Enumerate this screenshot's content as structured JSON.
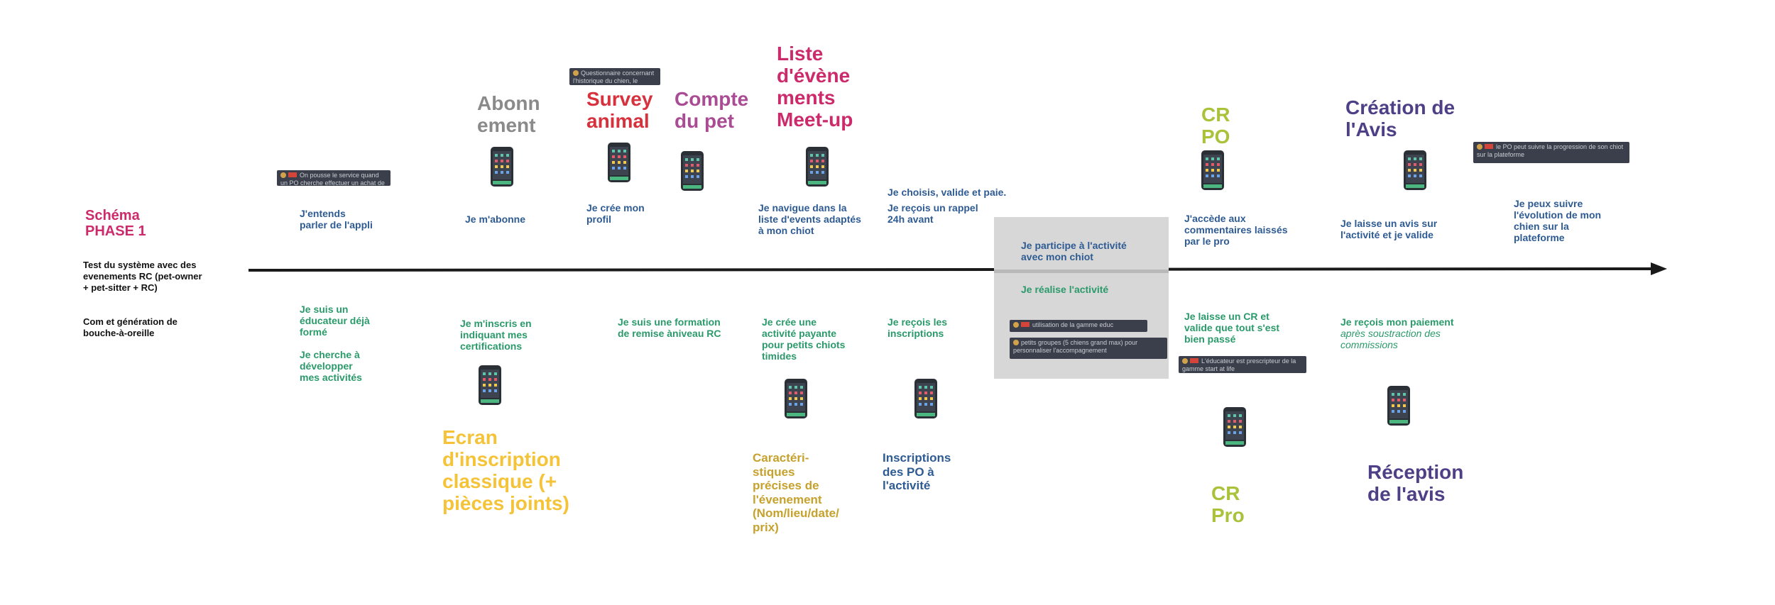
{
  "header": {
    "title": "Schéma\nPHASE 1",
    "note_test": "Test du système avec des evenements RC (pet-owner + pet-sitter + RC)",
    "note_com": "Com et génération de bouche-à-oreille"
  },
  "screens": {
    "abonnement": "Abonn\nement",
    "survey": "Survey\nanimal",
    "compte": "Compte\ndu pet",
    "liste": "Liste\nd'évène\nments\nMeet-up",
    "cr_po": "CR\nPO",
    "creation_avis": "Création de\nl'Avis",
    "ecran_inscription": "Ecran\nd'inscription\nclassique (+\npièces joints)",
    "caracteristiques": "Caractéri-\nstiques\nprécises de\nl'évenement\n(Nom/lieu/date/\nprix)",
    "inscriptions_po": "Inscriptions\ndes PO à\nl'activité",
    "cr_pro": "CR\nPro",
    "reception_avis": "Réception\nde l'avis"
  },
  "owner_steps": {
    "entends": "J'entends\nparler de l'appli",
    "abonne": "Je m'abonne",
    "profil": "Je crée mon\nprofil",
    "navigue": "Je navigue dans la\nliste d'events adaptés\nà mon chiot",
    "choisis": "Je choisis, valide et paie.",
    "rappel": "Je reçois un rappel\n24h avant",
    "participe": "Je participe à l'activité\navec mon chiot",
    "accede": "J'accède aux\ncommentaires laissés\npar le pro",
    "laisse_avis": "Je laisse un avis sur\nl'activité et je valide",
    "suivre": "Je peux suivre\nl'évolution de mon\nchien sur la\nplateforme"
  },
  "pro_steps": {
    "educateur": "Je suis un\néducateur déjà\nformé",
    "cherche": "Je cherche à\ndévelopper\nmes activités",
    "inscris": "Je m'inscris en\nindiquant mes\ncertifications",
    "formation": "Je suis une formation\nde remise àniveau RC",
    "cree_activite": "Je crée une\nactivité payante\npour petits chiots\ntimides",
    "recois_inscriptions": "Je reçois les\ninscriptions",
    "realise": "Je réalise l'activité",
    "laisse_cr": "Je laisse un CR et\nvalide que tout s'est\nbien passé",
    "paiement": "Je reçois mon paiement",
    "paiement_note": "après soustraction des\ncommissions"
  },
  "comments": {
    "c1": "On pousse le service quand un PO cherche effectuer un achat de la gamme \"start at life\"",
    "c2": "Questionnaire concernant l'historique du chien, le temps de conservation et les rendez-vous",
    "c3": "utilisation de la gamme educ",
    "c4": "petits groupes (5 chiens grand max) pour personnaliser l'accompagnement",
    "c5": "L'éducateur est prescripteur de la gamme start at life",
    "c6": "le PO peut suivre la progression de son chiot sur la plateforme"
  },
  "colors": {
    "magenta": "#cc2a6b",
    "grey": "#8a8a8a",
    "red": "#d6313c",
    "purple": "#a94c94",
    "lime": "#a9c23a",
    "indigo": "#4f3f86",
    "yellow": "#f5c338",
    "gold": "#c6a12c",
    "navy": "#2e5b93",
    "blue_text": "#2e5b93",
    "green_text": "#2a9a6a",
    "arrow": "#1a1a1a"
  }
}
